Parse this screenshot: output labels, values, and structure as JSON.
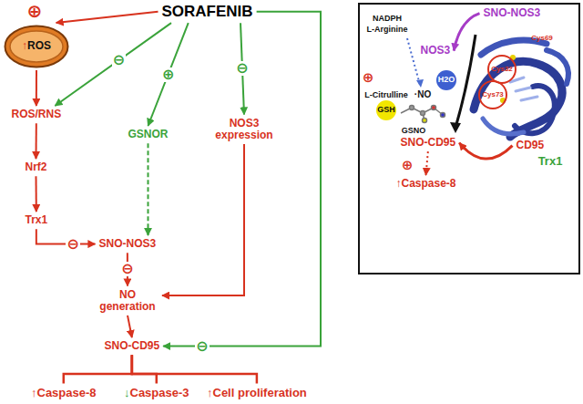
{
  "diagram": {
    "nodes": [
      {
        "text": [
          "SORAFENIB"
        ]
      },
      {
        "text": [
          "↑ROS"
        ]
      },
      {
        "text": [
          "ROS/RNS"
        ]
      },
      {
        "text": [
          "Nrf2"
        ]
      },
      {
        "text": [
          "Trx1"
        ]
      },
      {
        "text": [
          "GSNOR"
        ]
      },
      {
        "text": [
          "SNO-NOS3"
        ]
      },
      {
        "text": [
          "NOS3 expression"
        ]
      },
      {
        "text": [
          "NO generation"
        ]
      },
      {
        "text": [
          "SNO-CD95"
        ]
      },
      {
        "text": [
          "↑Caspase-8"
        ]
      },
      {
        "text": [
          "↓Caspase-3"
        ]
      },
      {
        "text": [
          "↑Cell proliferation"
        ]
      },
      {
        "text": [
          "SNO-NOS3"
        ]
      },
      {
        "text": [
          "NOS3"
        ]
      },
      {
        "text": [
          "H2O"
        ]
      },
      {
        "text": [
          "GSH"
        ]
      },
      {
        "text": [
          "SNO-CD95"
        ]
      },
      {
        "text": [
          "CD95"
        ]
      },
      {
        "text": [
          "↑Caspase-8"
        ]
      }
    ],
    "edges": [
      {
        "from": 0,
        "to": 1,
        "arrow": "to"
      },
      {
        "from": 1,
        "to": 2,
        "arrow": "to"
      },
      {
        "from": 0,
        "to": 2,
        "label": "⊖",
        "arrow": "to"
      },
      {
        "from": 2,
        "to": 3,
        "arrow": "to"
      },
      {
        "from": 3,
        "to": 4,
        "arrow": "to"
      },
      {
        "from": 4,
        "to": 6,
        "label": "⊖",
        "arrow": "to"
      },
      {
        "from": 0,
        "to": 5,
        "label": "⊕",
        "arrow": "to"
      },
      {
        "from": 5,
        "to": 6,
        "arrow": "to"
      },
      {
        "from": 0,
        "to": 7,
        "label": "⊖",
        "arrow": "to"
      },
      {
        "from": 6,
        "to": 8,
        "label": "⊖",
        "arrow": "to"
      },
      {
        "from": 7,
        "to": 8,
        "arrow": "to"
      },
      {
        "from": 8,
        "to": 9,
        "arrow": "to"
      },
      {
        "from": 0,
        "to": 9,
        "label": "⊖",
        "arrow": "to"
      },
      {
        "from": 9,
        "to": 10,
        "arrow": "none"
      },
      {
        "from": 9,
        "to": 11,
        "arrow": "none"
      },
      {
        "from": 9,
        "to": 12,
        "arrow": "none"
      },
      {
        "from": 13,
        "to": 14,
        "arrow": "to"
      },
      {
        "from": 18,
        "to": 17,
        "arrow": "to"
      },
      {
        "from": 17,
        "to": 19,
        "arrow": "to"
      }
    ],
    "labels": [
      "⊕",
      "NADPH",
      "L-Arginine",
      "⊕",
      "L-Citrulline",
      "·NO",
      "GSNO",
      "Cys32",
      "Cys69",
      "Cys73",
      "Trx1",
      "⊕"
    ]
  }
}
